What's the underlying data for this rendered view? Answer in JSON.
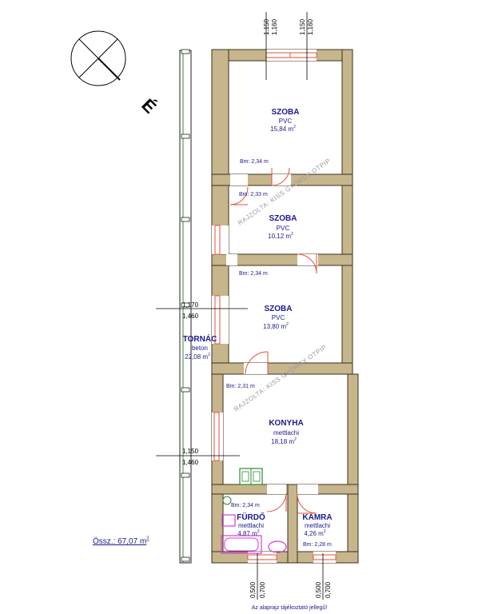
{
  "north_label": "É",
  "rooms": {
    "szoba1": {
      "name": "SZOBA",
      "floor": "PVC",
      "area": "15,84 m",
      "bm": "Bm: 2,34 m"
    },
    "szoba2": {
      "name": "SZOBA",
      "floor": "PVC",
      "area": "10,12 m",
      "bm": "Bm: 2,33 m"
    },
    "szoba3": {
      "name": "SZOBA",
      "floor": "PVC",
      "area": "13,80 m",
      "bm": "Bm: 2,34 m"
    },
    "tornac": {
      "name": "TORNÁC",
      "floor": "beton",
      "area": "22,08 m"
    },
    "konyha": {
      "name": "KONYHA",
      "floor": "mettlachi",
      "area": "18,18 m",
      "bm": "Bm: 2,31 m"
    },
    "furdo": {
      "name": "FÜRDŐ",
      "floor": "mettlachi",
      "area": "4,87 m",
      "bm": "Bm: 2,34 m"
    },
    "kamra": {
      "name": "KAMRA",
      "floor": "mettlachi",
      "area": "4,26 m",
      "bm": "Bm: 2,28 m"
    }
  },
  "dimensions": {
    "top_a1": "1,150",
    "top_a2": "1,160",
    "top_b1": "1,150",
    "top_b2": "1,160",
    "mid_1": "1,170",
    "mid_2": "1,460",
    "low_1": "1,150",
    "low_2": "1,460",
    "bot_a1": "0,500",
    "bot_a2": "0,700",
    "bot_b1": "0,500",
    "bot_b2": "0,700"
  },
  "total": "Össz.: 67,07 m",
  "squared_mark": "2",
  "watermark": "RAJZOLTA: KISS GYÖRGY OTPIP",
  "note": "Az alaprajz tájékoztató jellegű!"
}
